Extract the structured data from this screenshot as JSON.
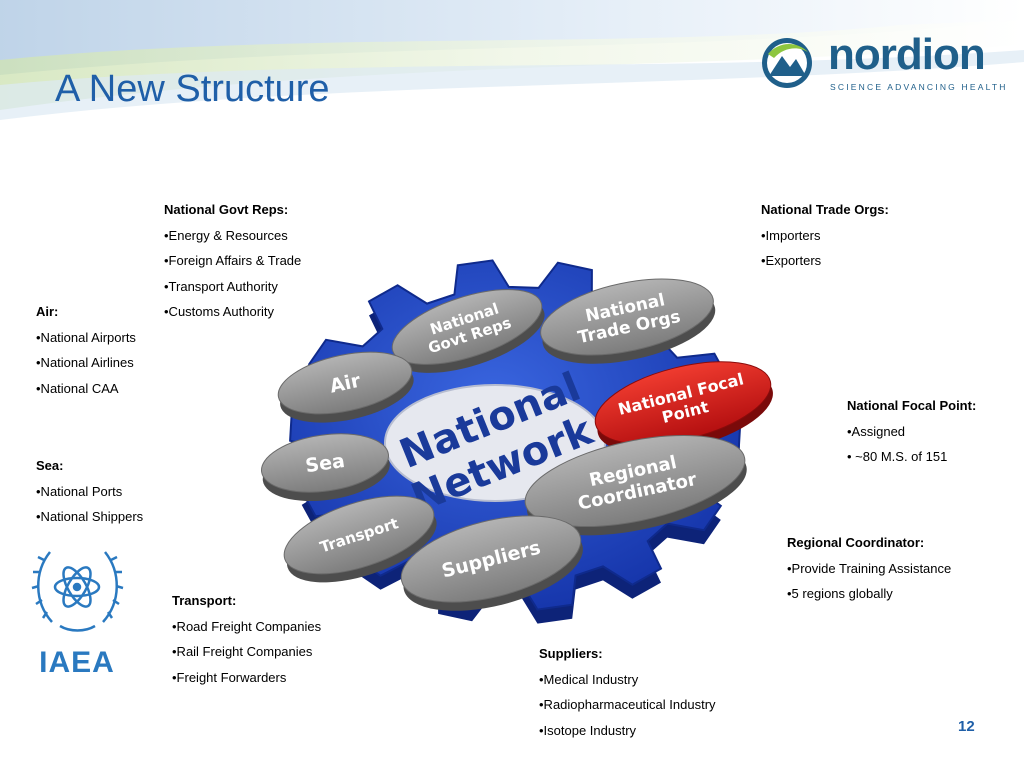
{
  "slide": {
    "title": "A New Structure",
    "page_number": "12"
  },
  "logo": {
    "name": "nordion",
    "tagline": "SCIENCE ADVANCING HEALTH",
    "icon": "mountain-swirl-icon"
  },
  "iaea_logo": {
    "text": "IAEA",
    "icon": "atom-wreath-icon"
  },
  "gear": {
    "center_line1": "National",
    "center_line2": "Network",
    "nodes": {
      "govt": [
        "National",
        "Govt Reps"
      ],
      "trade": [
        "National",
        "Trade Orgs"
      ],
      "air": [
        "Air"
      ],
      "focal": [
        "National Focal",
        "Point"
      ],
      "sea": [
        "Sea"
      ],
      "regional": [
        "Regional",
        "Coordinator"
      ],
      "transport": [
        "Transport"
      ],
      "suppliers": [
        "Suppliers"
      ]
    },
    "colors": {
      "gear": "#1e44c8",
      "pill": "#8c8c8c",
      "focal": "#d41a1a",
      "hub": "#e6e8ef",
      "hub_text": "#1a3a9a"
    }
  },
  "info_blocks": {
    "govt": {
      "heading": "National Govt Reps:",
      "items": [
        "•Energy & Resources",
        "•Foreign Affairs & Trade",
        "•Transport Authority",
        "•Customs Authority"
      ]
    },
    "trade": {
      "heading": "National Trade Orgs:",
      "items": [
        "•Importers",
        "•Exporters"
      ]
    },
    "air": {
      "heading": "Air:",
      "items": [
        "•National Airports",
        "•National Airlines",
        "•National CAA"
      ]
    },
    "sea": {
      "heading": "Sea:",
      "items": [
        "•National Ports",
        "•National Shippers"
      ]
    },
    "focal": {
      "heading": "National Focal Point:",
      "items": [
        "•Assigned",
        "• ~80 M.S. of 151"
      ]
    },
    "regional": {
      "heading": "Regional Coordinator:",
      "items": [
        "•Provide Training Assistance",
        "•5 regions globally"
      ]
    },
    "transport": {
      "heading": "Transport:",
      "items": [
        "•Road Freight Companies",
        "•Rail Freight Companies",
        "•Freight Forwarders"
      ]
    },
    "suppliers": {
      "heading": "Suppliers:",
      "items": [
        "•Medical Industry",
        "•Radiopharmaceutical Industry",
        "•Isotope Industry"
      ]
    }
  }
}
